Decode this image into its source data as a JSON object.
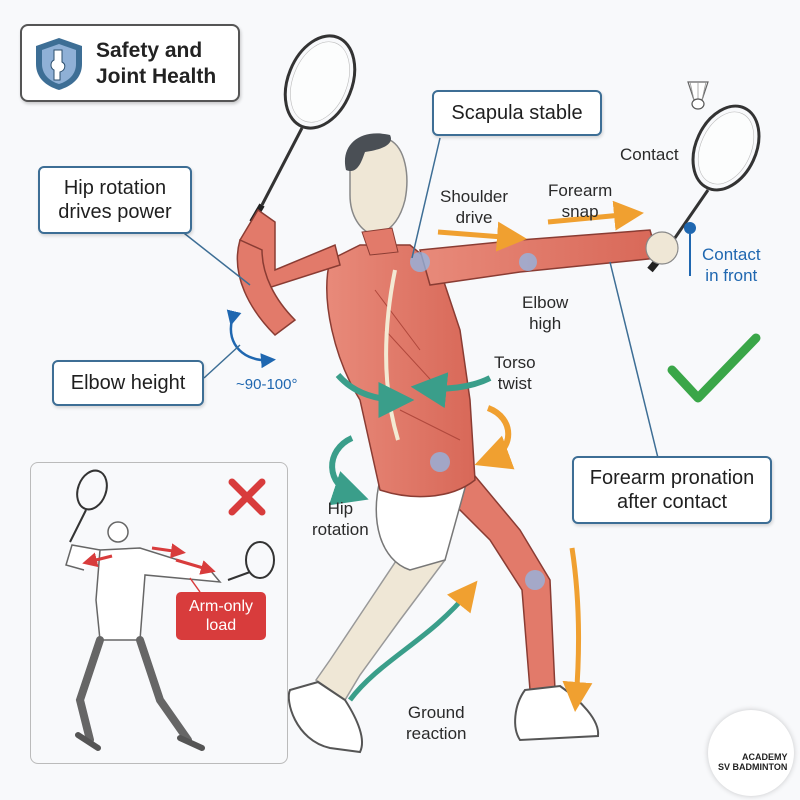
{
  "title": {
    "line1": "Safety and",
    "line2": "Joint Health"
  },
  "callouts": {
    "hip_rotation": {
      "line1": "Hip rotation",
      "line2": "drives power"
    },
    "scapula": "Scapula stable",
    "elbow_height": "Elbow height",
    "forearm_pronation": {
      "line1": "Forearm pronation",
      "line2": "after contact"
    }
  },
  "labels": {
    "contact": "Contact",
    "contact_front": {
      "line1": "Contact",
      "line2": "in front"
    },
    "shoulder_drive": {
      "line1": "Shoulder",
      "line2": "drive"
    },
    "forearm_snap": {
      "line1": "Forearm",
      "line2": "snap"
    },
    "elbow_high": {
      "line1": "Elbow",
      "line2": "high"
    },
    "angle": "~90-100°",
    "torso_twist": {
      "line1": "Torso",
      "line2": "twist"
    },
    "hip_rotation_label": {
      "line1": "Hip",
      "line2": "rotation"
    },
    "ground_reaction": {
      "line1": "Ground",
      "line2": "reaction"
    }
  },
  "inset": {
    "warning": {
      "line1": "Arm-only",
      "line2": "load"
    }
  },
  "logo": {
    "line1": "ACADEMY",
    "line2": "SV BADMINTON"
  },
  "colors": {
    "callout_border": "#3d6e95",
    "check": "#3aa648",
    "cross": "#d83c3c",
    "arrow_orange": "#f0a030",
    "arrow_teal": "#3a9e8a",
    "muscle": "#e27a6a",
    "bone": "#efe7d6"
  }
}
